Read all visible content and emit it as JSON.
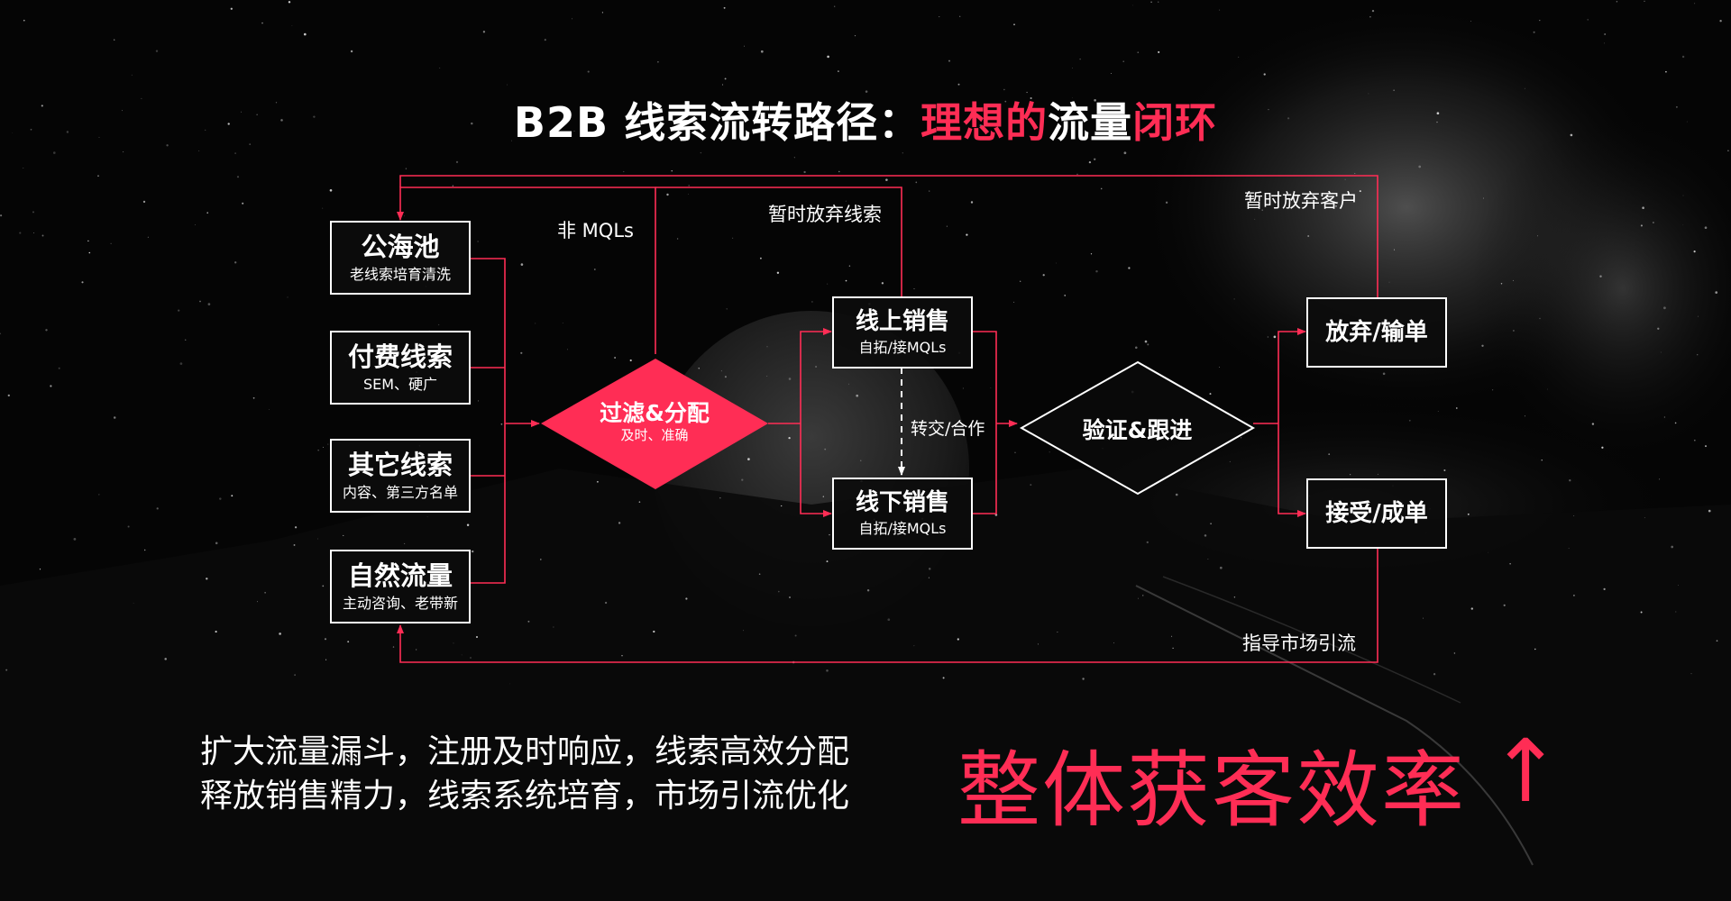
{
  "title": {
    "prefix": "B2B 线索流转路径：",
    "highlight_1": "理想的",
    "middle": "流量",
    "highlight_2": "闭环"
  },
  "sources": [
    {
      "title": "公海池",
      "subtitle": "老线索培育清洗"
    },
    {
      "title": "付费线索",
      "subtitle": "SEM、硬广"
    },
    {
      "title": "其它线索",
      "subtitle": "内容、第三方名单"
    },
    {
      "title": "自然流量",
      "subtitle": "主动咨询、老带新"
    }
  ],
  "filter": {
    "title": "过滤&分配",
    "subtitle": "及时、准确"
  },
  "sales": [
    {
      "title": "线上销售",
      "subtitle": "自拓/接MQLs"
    },
    {
      "title": "线下销售",
      "subtitle": "自拓/接MQLs"
    }
  ],
  "verify": {
    "title": "验证&跟进"
  },
  "outcomes": [
    {
      "title": "放弃/输单"
    },
    {
      "title": "接受/成单"
    }
  ],
  "edge_labels": {
    "non_mql": "非 MQLs",
    "abandon_leads": "暂时放弃线索",
    "abandon_customers": "暂时放弃客户",
    "transfer": "转交/合作",
    "guide_traffic": "指导市场引流"
  },
  "bottom": {
    "line_1": "扩大流量漏斗，注册及时响应，线索高效分配",
    "line_2": "释放销售精力，线索系统培育，市场引流优化",
    "headline": "整体获客效率",
    "arrow": "↑"
  },
  "colors": {
    "accent": "#ff2d55",
    "line": "#ffffff",
    "background": "#050505"
  }
}
